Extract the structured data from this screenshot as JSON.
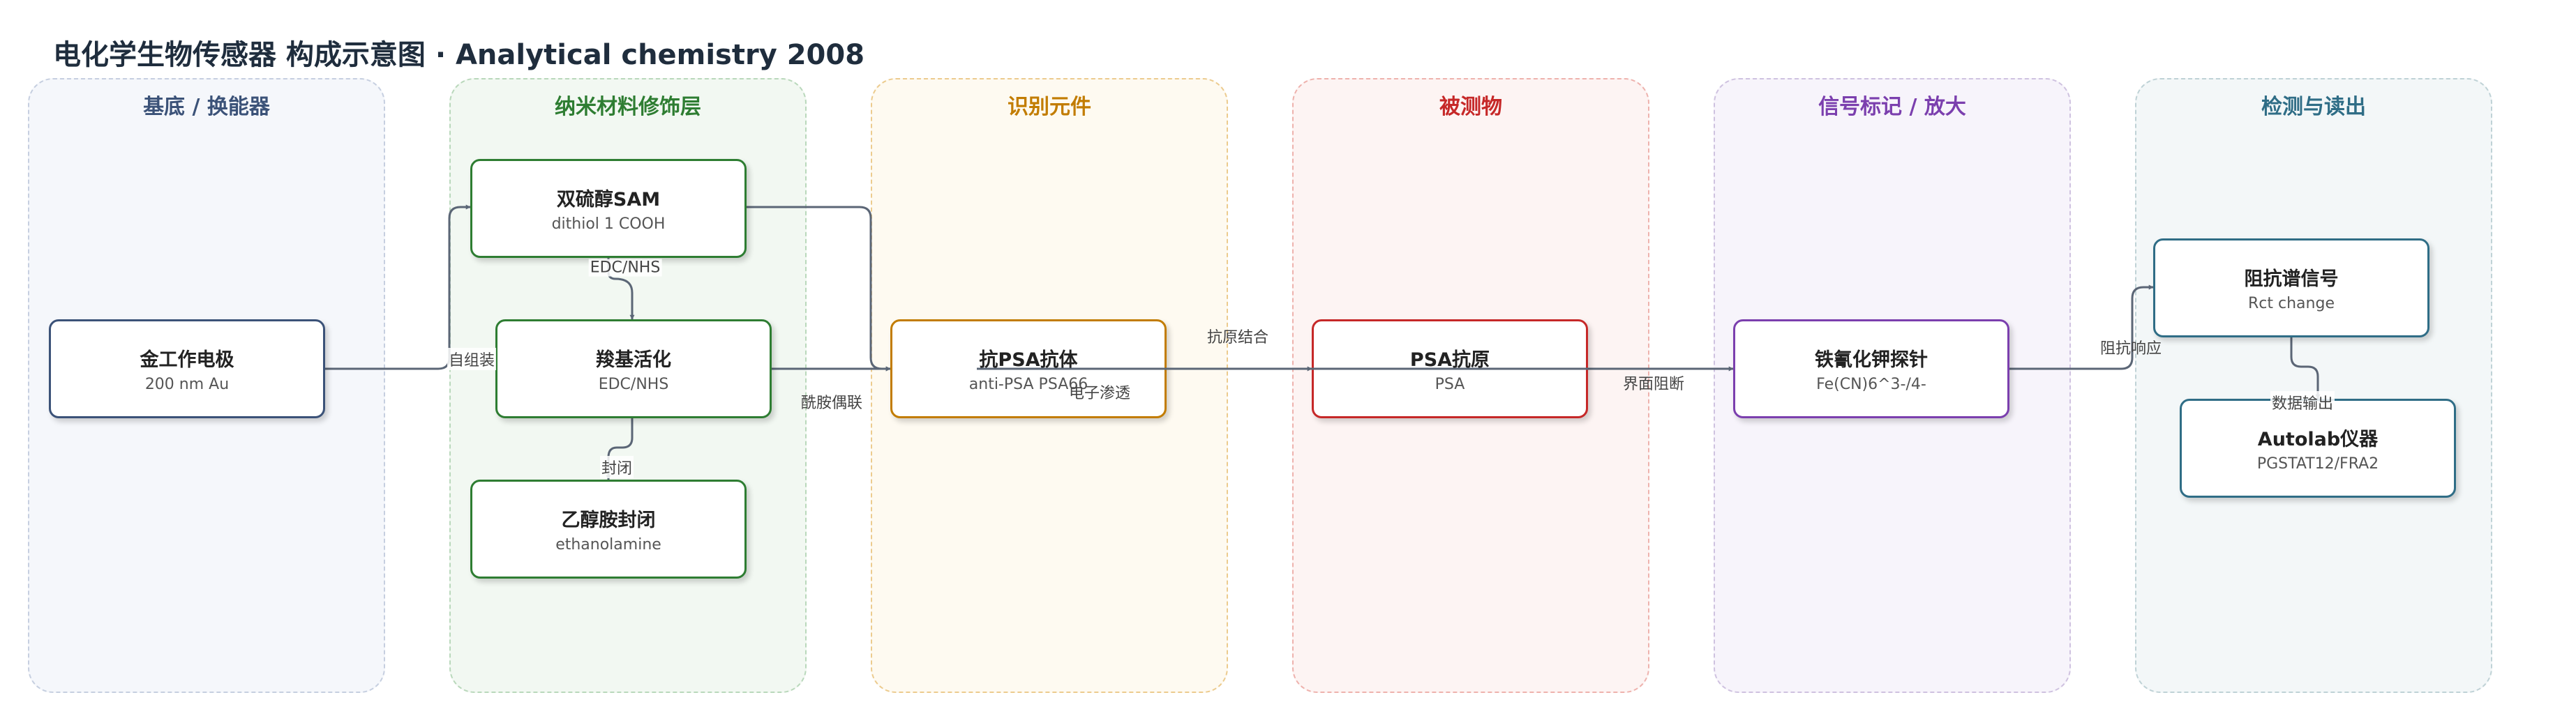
{
  "title": "电化学生物传感器 构成示意图 · Analytical chemistry 2008",
  "lanes": {
    "substrate": "基底 / 换能器",
    "nano": "纳米材料修饰层",
    "recognition": "识别元件",
    "analyte": "被测物",
    "signal": "信号标记 / 放大",
    "detection": "检测与读出"
  },
  "nodes": {
    "gold": {
      "title": "金工作电极",
      "sub": "200 nm Au"
    },
    "sam": {
      "title": "双硫醇SAM",
      "sub": "dithiol 1 COOH"
    },
    "carboxyl": {
      "title": "羧基活化",
      "sub": "EDC/NHS"
    },
    "block": {
      "title": "乙醇胺封闭",
      "sub": "ethanolamine"
    },
    "antibody": {
      "title": "抗PSA抗体",
      "sub": "anti-PSA PSA66"
    },
    "antigen": {
      "title": "PSA抗原",
      "sub": "PSA"
    },
    "probe": {
      "title": "铁氰化钾探针",
      "sub": "Fe(CN)6^3-/4-"
    },
    "impedance": {
      "title": "阻抗谱信号",
      "sub": "Rct change"
    },
    "autolab": {
      "title": "Autolab仪器",
      "sub": "PGSTAT12/FRA2"
    }
  },
  "edges": {
    "self_assembly": "自组装",
    "edc_nhs": "EDC/NHS",
    "blocking": "封闭",
    "amide_coupling": "酰胺偶联",
    "antigen_binding": "抗原结合",
    "electron_penetration": "电子渗透",
    "interface_blocking": "界面阻断",
    "impedance_response": "阻抗响应",
    "data_output": "数据输出"
  },
  "colors": {
    "substrate": "#3b5278",
    "nano": "#2e7d32",
    "recognition": "#c27c00",
    "analyte": "#c62828",
    "signal": "#7b3fae",
    "detection": "#2f6d86",
    "edge": "#5b6676"
  }
}
